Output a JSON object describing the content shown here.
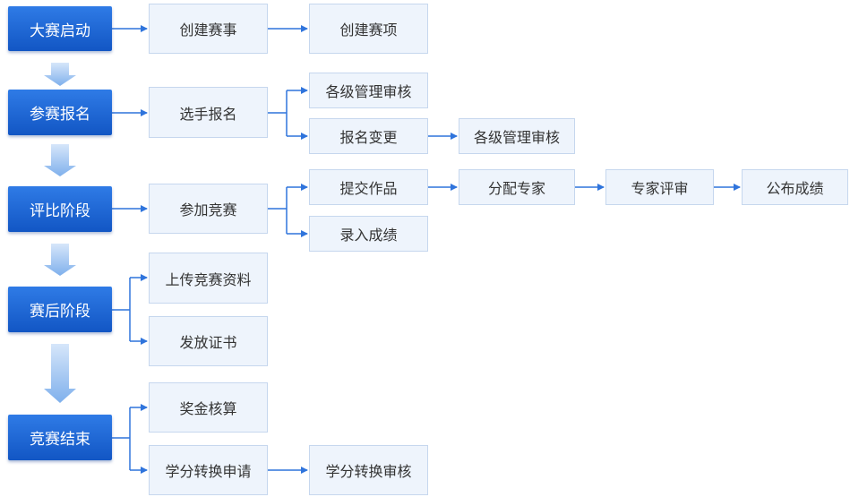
{
  "colors": {
    "stage": "#1a64d6",
    "box_fill": "#eef4fc",
    "box_border": "#c6d7ee",
    "connector": "#2f74dc",
    "down_arrow": "#8fb8ee"
  },
  "stages": [
    {
      "label": "大赛启动",
      "steps": [
        "创建赛事",
        "创建赛项"
      ]
    },
    {
      "label": "参赛报名",
      "steps": [
        "选手报名",
        "各级管理审核",
        "报名变更",
        "各级管理审核"
      ]
    },
    {
      "label": "评比阶段",
      "steps": [
        "参加竞赛",
        "提交作品",
        "录入成绩",
        "分配专家",
        "专家评审",
        "公布成绩"
      ]
    },
    {
      "label": "赛后阶段",
      "steps": [
        "上传竞赛资料",
        "发放证书"
      ]
    },
    {
      "label": "竞赛结束",
      "steps": [
        "奖金核算",
        "学分转换申请",
        "学分转换审核"
      ]
    }
  ]
}
